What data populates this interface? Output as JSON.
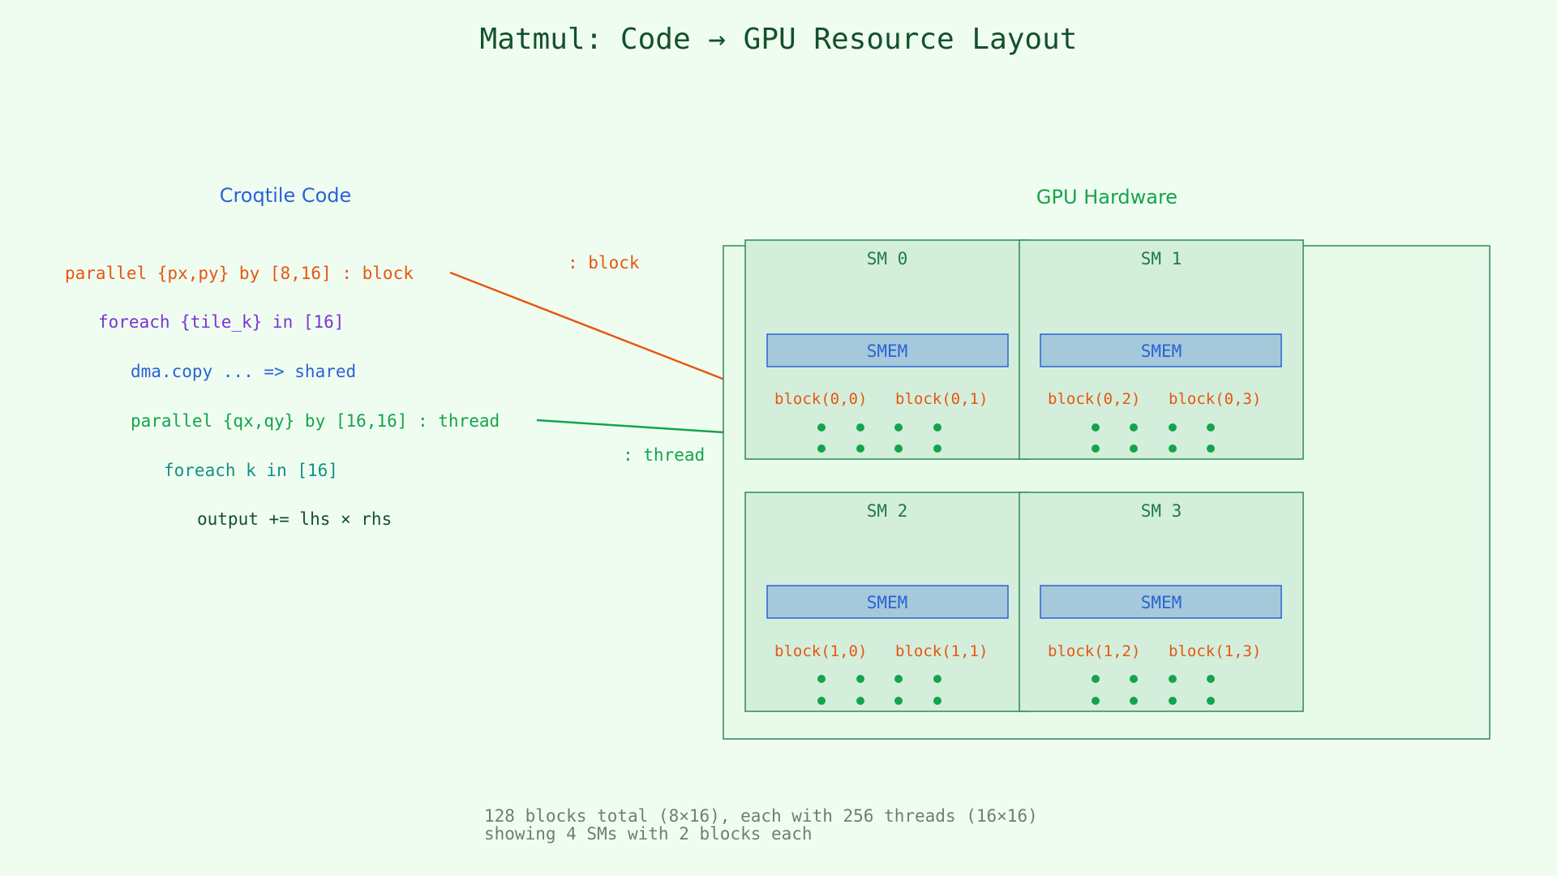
{
  "title": "Matmul: Code → GPU Resource Layout",
  "code_panel": {
    "heading": "Croqtile Code",
    "lines": [
      {
        "text": "parallel {px,py} by [8,16] : block",
        "color": "#e8560f"
      },
      {
        "text": "foreach {tile_k} in [16]",
        "color": "#7b33d6"
      },
      {
        "text": "dma.copy ... => shared",
        "color": "#2a62d6"
      },
      {
        "text": "parallel {qx,qy} by [16,16] : thread",
        "color": "#16a34a"
      },
      {
        "text": "foreach k in [16]",
        "color": "#139084"
      },
      {
        "text": "output += lhs × rhs",
        "color": "#14502c"
      }
    ]
  },
  "mapping_labels": {
    "block": ": block",
    "thread": ": thread"
  },
  "hardware_panel": {
    "heading": "GPU Hardware",
    "sms": [
      {
        "name": "SM 0",
        "smem": "SMEM",
        "blocks": [
          "block(0,0)",
          "block(0,1)"
        ]
      },
      {
        "name": "SM 1",
        "smem": "SMEM",
        "blocks": [
          "block(0,2)",
          "block(0,3)"
        ]
      },
      {
        "name": "SM 2",
        "smem": "SMEM",
        "blocks": [
          "block(1,0)",
          "block(1,1)"
        ]
      },
      {
        "name": "SM 3",
        "smem": "SMEM",
        "blocks": [
          "block(1,2)",
          "block(1,3)"
        ]
      }
    ]
  },
  "footer": {
    "line1": "128 blocks total (8×16), each with 256 threads (16×16)",
    "line2": "showing 4 SMs with 2 blocks each"
  },
  "colors": {
    "background": "#effdf1",
    "title": "#14502c",
    "code_heading": "#2a62d6",
    "hw_heading": "#16a34a",
    "sm_fill": "#d3efdc",
    "sm_stroke": "#2f8a50",
    "smem_fill": "#a5c9da",
    "smem_stroke": "#2a62d6",
    "block_text": "#e8560f",
    "thread_dot": "#16a34a",
    "footer": "#6b7f72",
    "block_arrow": "#e8560f",
    "thread_arrow": "#16a34a"
  }
}
